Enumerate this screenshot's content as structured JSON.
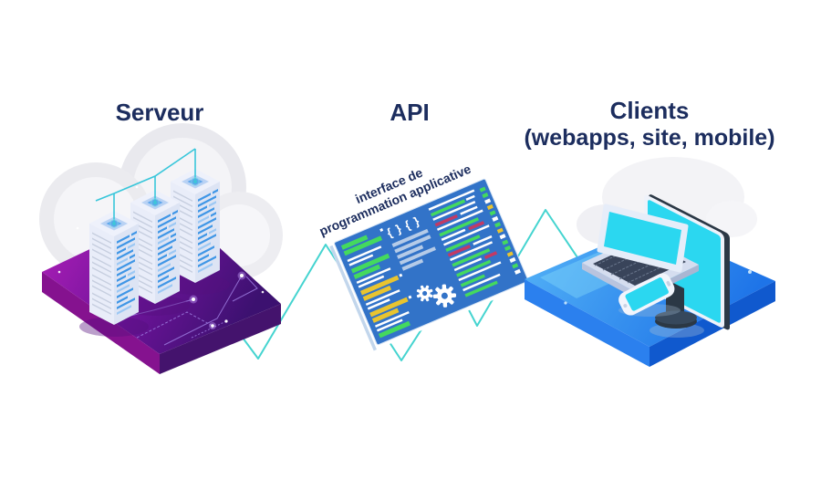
{
  "sections": {
    "server": {
      "title": "Serveur"
    },
    "api": {
      "title": "API",
      "panel_label_line1": "interface de",
      "panel_label_line2": "programmation applicative",
      "panel_braces": "{ } { }"
    },
    "clients": {
      "title_line1": "Clients",
      "title_line2": "(webapps, site, mobile)"
    }
  },
  "colors": {
    "title_navy": "#1c2d5e",
    "connector_cyan": "#45d4d0",
    "antenna_cyan": "#38c6da",
    "server_platform_magenta": "#b21fba",
    "server_platform_dark": "#3c1170",
    "server_platform_side_left": "#85128f",
    "server_platform_side_right": "#44136d",
    "tower_face_light": "#eef1fb",
    "tower_face_right": "#dde4f4",
    "tower_accent_blue": "#3f96e6",
    "api_panel_blue": "#3273c8",
    "code_green": "#44d95e",
    "code_yellow": "#e9c42f",
    "code_red": "#c23a64",
    "code_lightblue": "#b5cbe8",
    "clients_platform_blue": "#2e8cf0",
    "clients_platform_side": "#1059ce",
    "screen_cyan": "#2bd7f0",
    "device_dark": "#2b3845",
    "laptop_base": "#d5ddef"
  }
}
